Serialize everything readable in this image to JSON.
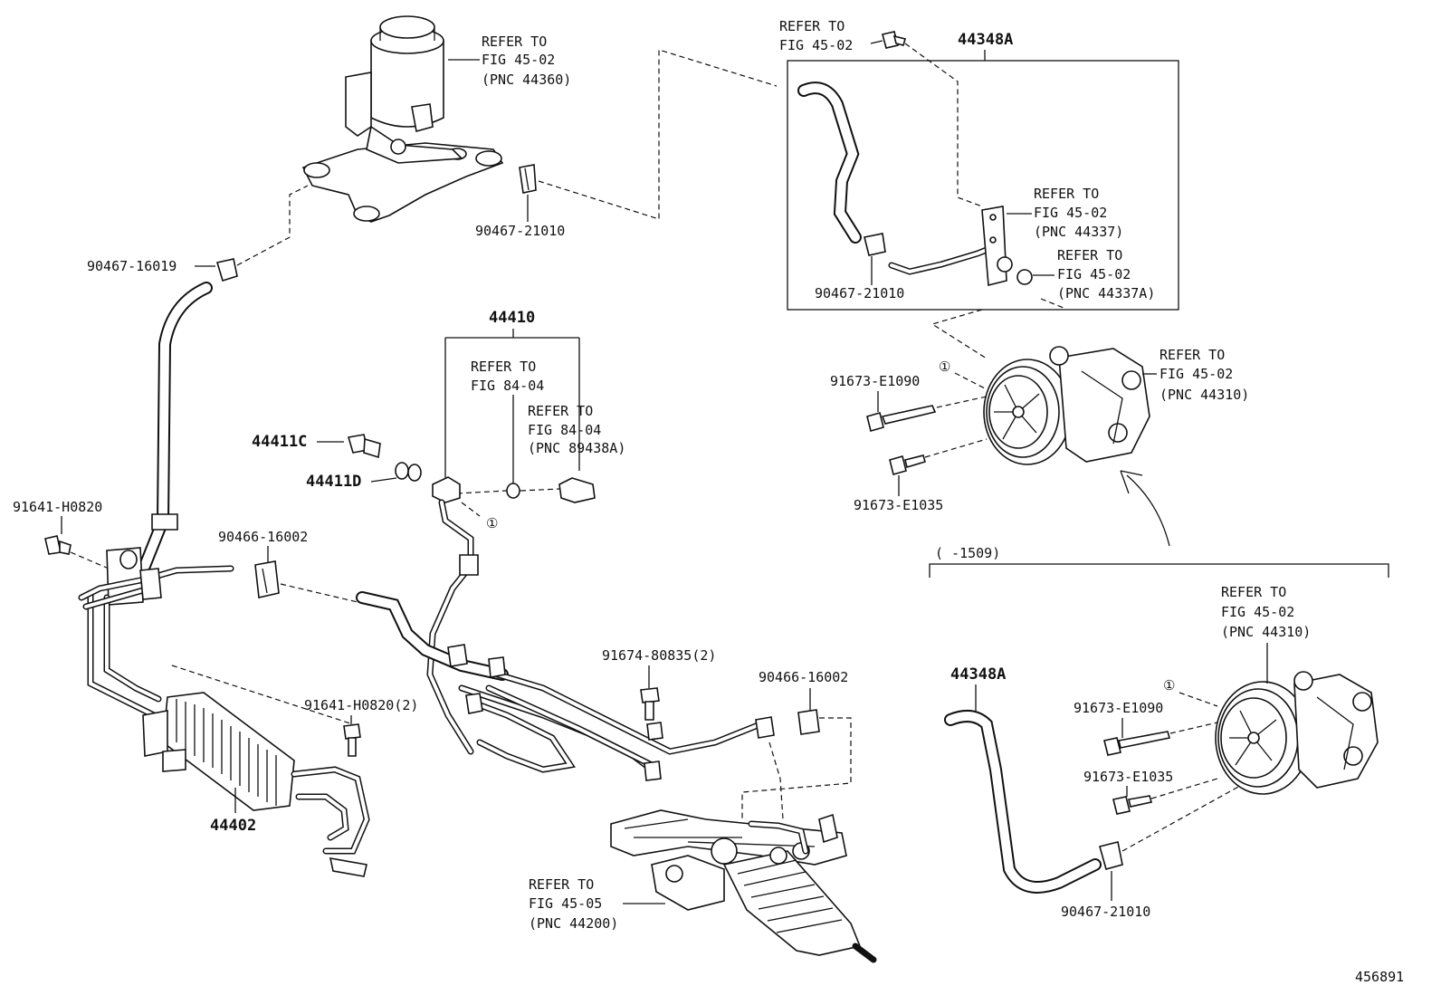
{
  "diagram_id": "456891",
  "labels": {
    "res_ref": [
      "REFER TO",
      "FIG 45-02",
      "(PNC 44360)"
    ],
    "clip_res": "90467-21010",
    "clip_hose": "90467-16019",
    "box_ref_bolt": [
      "REFER TO",
      "FIG 45-02"
    ],
    "box_id": "44348A",
    "box_ref_pipe": [
      "REFER TO",
      "FIG 45-02",
      "(PNC 44337)"
    ],
    "box_ref_oring": [
      "REFER TO",
      "FIG 45-02",
      "(PNC 44337A)"
    ],
    "box_clip": "90467-21010",
    "p44410": "44410",
    "ref_8404_a": [
      "REFER TO",
      "FIG 84-04"
    ],
    "ref_8404_b": [
      "REFER TO",
      "FIG 84-04",
      "(PNC 89438A)"
    ],
    "p44411c": "44411C",
    "p44411d": "44411D",
    "circ1_mid": "①",
    "bolt_left": "91641-H0820",
    "clamp_mid": "90466-16002",
    "bolt_cooler": "91641-H0820(2)",
    "cooler": "44402",
    "bolt_pipe": "91674-80835(2)",
    "clamp_right": "90466-16002",
    "gear_ref": [
      "REFER TO",
      "FIG 45-05",
      "(PNC 44200)"
    ],
    "pump_circ": "①",
    "pump_bolt1": "91673-E1090",
    "pump_ref": [
      "REFER TO",
      "FIG 45-02",
      "(PNC 44310)"
    ],
    "pump_bolt2": "91673-E1035",
    "range_label": "(    -1509)",
    "lower_id": "44348A",
    "lower_ref": [
      "REFER TO",
      "FIG 45-02",
      "(PNC 44310)"
    ],
    "lower_circ": "①",
    "lower_bolt1": "91673-E1090",
    "lower_bolt2": "91673-E1035",
    "lower_clip": "90467-21010"
  }
}
